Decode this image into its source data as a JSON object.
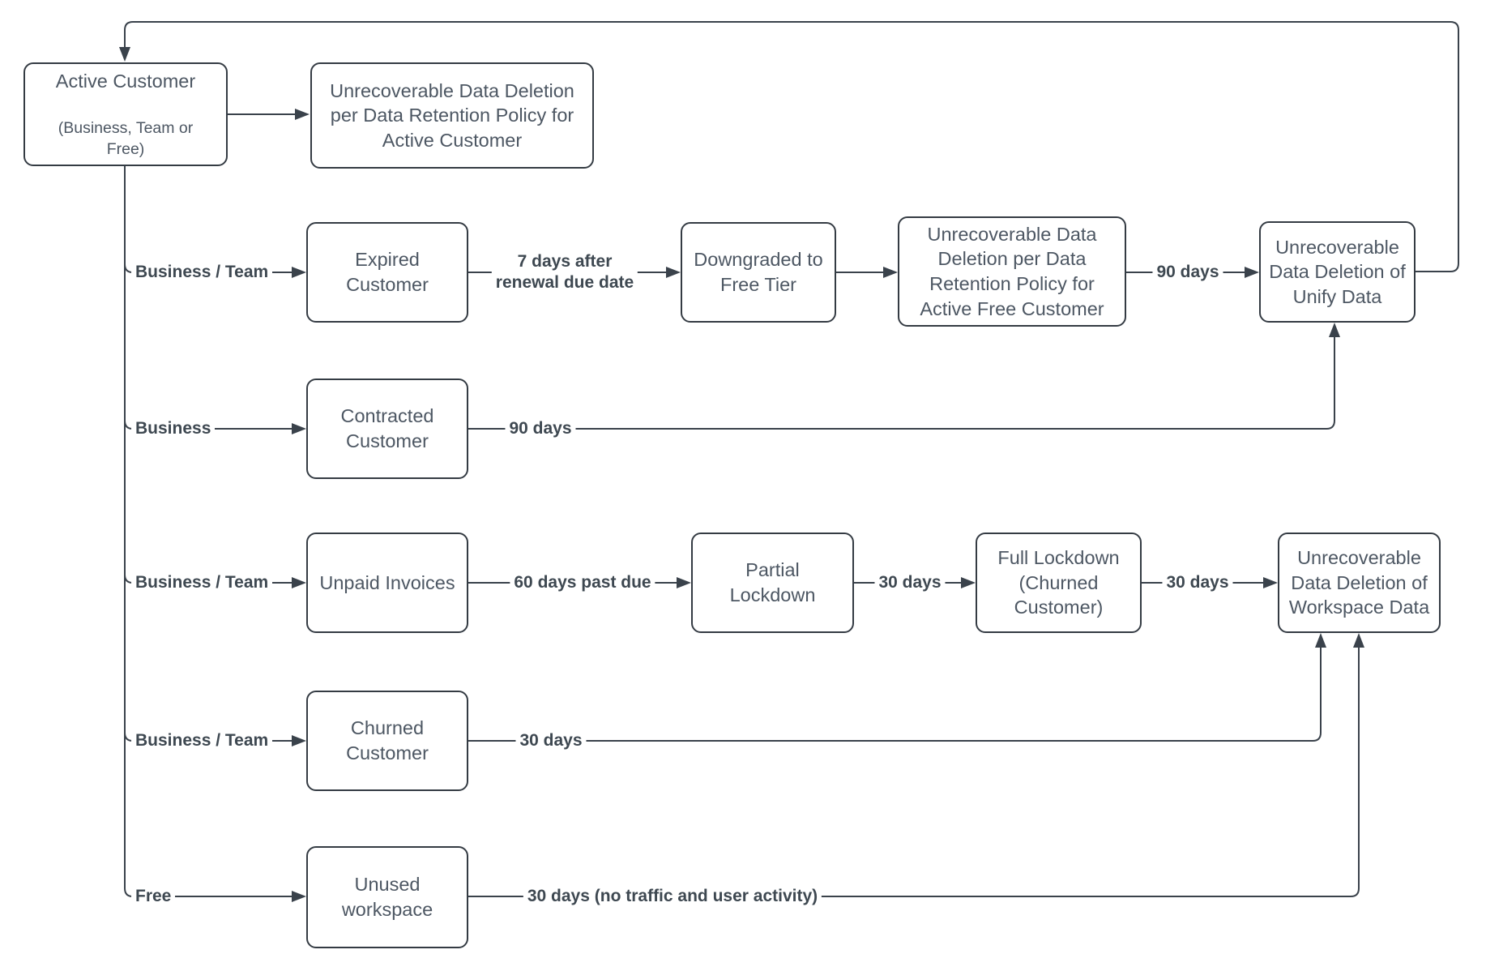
{
  "diagram_type": "flowchart",
  "topic": "Customer data retention and deletion policy flow",
  "colors": {
    "line_and_border": "#3a424b",
    "node_text": "#4d5763",
    "edge_label_text": "#3e4851",
    "node_fill": "#ffffff",
    "background": "#ffffff"
  },
  "nodes": {
    "active_customer": {
      "title": "Active Customer",
      "subtitle": "(Business, Team or\nFree)"
    },
    "deletion_active": {
      "label": "Unrecoverable Data Deletion\nper Data Retention Policy for\nActive Customer"
    },
    "expired": {
      "label": "Expired\nCustomer"
    },
    "downgraded": {
      "label": "Downgraded to\nFree Tier"
    },
    "deletion_free": {
      "label": "Unrecoverable Data\nDeletion per Data\nRetention Policy for\nActive Free Customer"
    },
    "unify_deletion": {
      "label": "Unrecoverable\nData Deletion of\nUnify Data"
    },
    "contracted": {
      "label": "Contracted\nCustomer"
    },
    "unpaid": {
      "label": "Unpaid Invoices"
    },
    "partial_lockdown": {
      "label": "Partial\nLockdown"
    },
    "full_lockdown": {
      "label": "Full Lockdown\n(Churned\nCustomer)"
    },
    "workspace_deletion": {
      "label": "Unrecoverable\nData Deletion of\nWorkspace Data"
    },
    "churned": {
      "label": "Churned\nCustomer"
    },
    "unused": {
      "label": "Unused\nworkspace"
    }
  },
  "edge_labels": {
    "branch_expired": "Business / Team",
    "branch_contracted": "Business",
    "branch_unpaid": "Business / Team",
    "branch_churned": "Business / Team",
    "branch_unused": "Free",
    "expired_to_downgraded": "7 days after\nrenewal due date",
    "free_deletion_to_unify": "90 days",
    "contracted_to_unify": "90 days",
    "unpaid_to_partial": "60 days past due",
    "partial_to_full": "30 days",
    "full_to_workspace": "30 days",
    "churned_to_workspace": "30 days",
    "unused_to_workspace": "30 days (no traffic and user activity)"
  },
  "edges": [
    {
      "from": "active_customer",
      "to": "deletion_active",
      "label": ""
    },
    {
      "from": "active_customer",
      "to": "expired",
      "label": "Business / Team"
    },
    {
      "from": "active_customer",
      "to": "contracted",
      "label": "Business"
    },
    {
      "from": "active_customer",
      "to": "unpaid",
      "label": "Business / Team"
    },
    {
      "from": "active_customer",
      "to": "churned",
      "label": "Business / Team"
    },
    {
      "from": "active_customer",
      "to": "unused",
      "label": "Free"
    },
    {
      "from": "expired",
      "to": "downgraded",
      "label": "7 days after renewal due date"
    },
    {
      "from": "downgraded",
      "to": "deletion_free",
      "label": ""
    },
    {
      "from": "deletion_free",
      "to": "unify_deletion",
      "label": "90 days"
    },
    {
      "from": "unify_deletion",
      "to": "active_customer",
      "label": ""
    },
    {
      "from": "contracted",
      "to": "unify_deletion",
      "label": "90 days"
    },
    {
      "from": "unpaid",
      "to": "partial_lockdown",
      "label": "60 days past due"
    },
    {
      "from": "partial_lockdown",
      "to": "full_lockdown",
      "label": "30 days"
    },
    {
      "from": "full_lockdown",
      "to": "workspace_deletion",
      "label": "30 days"
    },
    {
      "from": "churned",
      "to": "workspace_deletion",
      "label": "30 days"
    },
    {
      "from": "unused",
      "to": "workspace_deletion",
      "label": "30 days (no traffic and user activity)"
    }
  ]
}
